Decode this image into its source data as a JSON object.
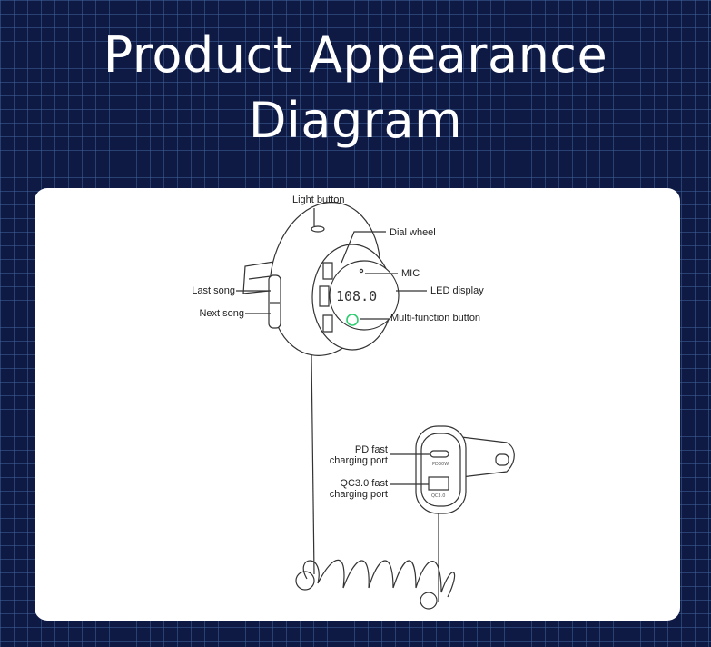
{
  "header": {
    "title_line1": "Product Appearance",
    "title_line2": "Diagram"
  },
  "diagram": {
    "labels": {
      "light_button": "Light button",
      "dial_wheel": "Dial wheel",
      "mic": "MIC",
      "led_display": "LED display",
      "multi_function_button": "Multi-function button",
      "last_song": "Last song",
      "next_song": "Next song",
      "pd_port_line1": "PD fast",
      "pd_port_line2": "charging port",
      "qc_port_line1": "QC3.0 fast",
      "qc_port_line2": "charging port"
    },
    "device_text": {
      "led_value": "108.0",
      "pd_marking": "PD30W",
      "qc_marking": "QC3.0"
    },
    "colors": {
      "background": "#0e1944",
      "grid": "#466eaa",
      "card": "#ffffff",
      "indicator": "#2ecc71"
    }
  }
}
